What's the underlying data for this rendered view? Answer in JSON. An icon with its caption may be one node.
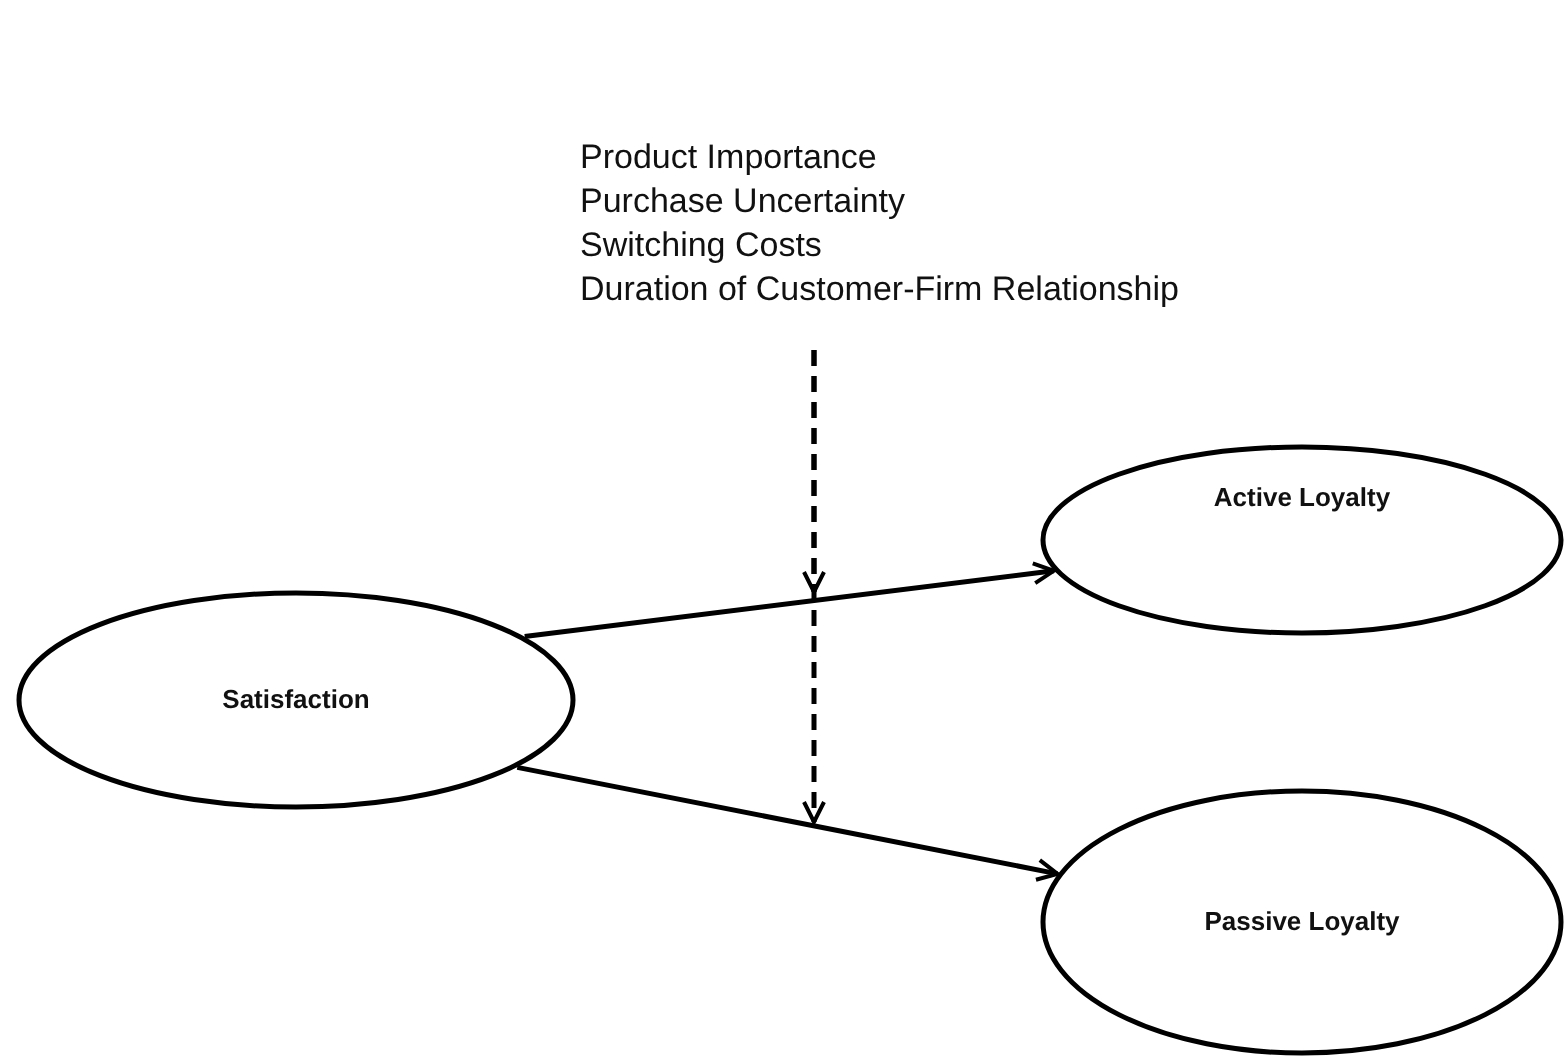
{
  "diagram": {
    "nodes": [
      {
        "text": [
          "Product Importance",
          "Purchase Uncertainty",
          "Switching Costs",
          "Duration of Customer-Firm Relationship"
        ]
      },
      {
        "text": [
          "Satisfaction"
        ]
      },
      {
        "text": [
          "Active Loyalty"
        ]
      },
      {
        "text": [
          "Passive Loyalty"
        ]
      }
    ],
    "edges": [
      {
        "from": 1,
        "to": 2,
        "arrow": "to"
      },
      {
        "from": 1,
        "to": 3,
        "arrow": "to"
      },
      {
        "from": 0,
        "to": null,
        "arrow": "to",
        "style": "dashed"
      },
      {
        "from": 0,
        "to": null,
        "arrow": "to",
        "style": "dashed"
      }
    ]
  }
}
